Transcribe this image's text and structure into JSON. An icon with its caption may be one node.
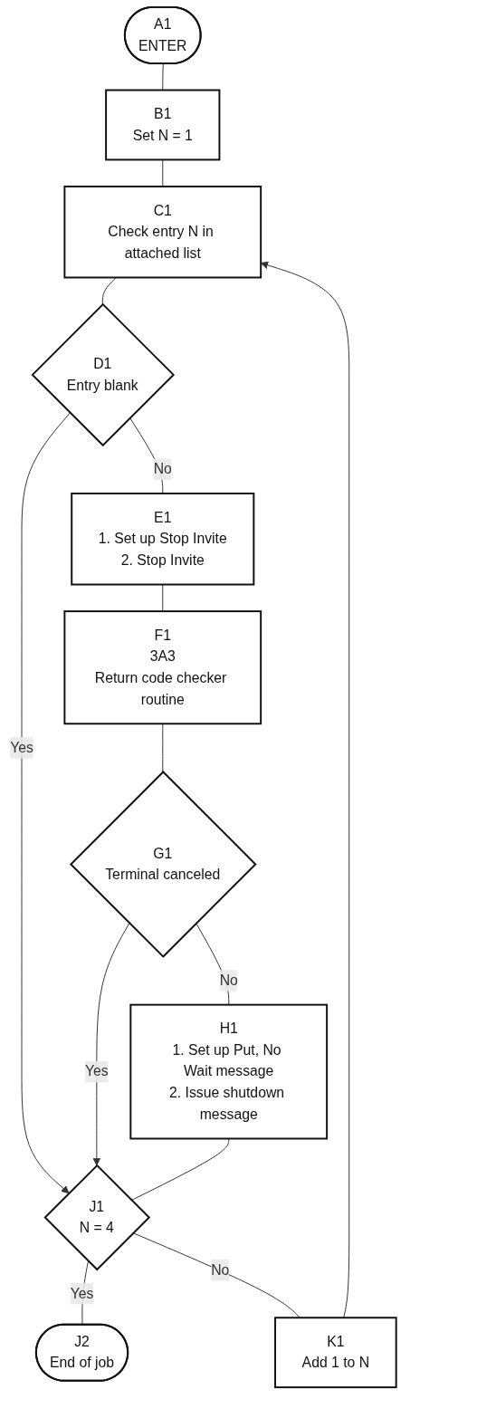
{
  "diagram": {
    "nodes": [
      {
        "text": [
          "A1",
          "ENTER"
        ]
      },
      {
        "text": [
          "B1",
          "Set N = 1"
        ]
      },
      {
        "text": [
          "C1",
          "Check entry N in attached list"
        ]
      },
      {
        "text": [
          "D1",
          "Entry blank"
        ]
      },
      {
        "text": [
          "E1",
          "1. Set up Stop Invite",
          "2. Stop Invite"
        ]
      },
      {
        "text": [
          "F1",
          "3A3",
          "Return code checker routine"
        ]
      },
      {
        "text": [
          "G1",
          "Terminal canceled"
        ]
      },
      {
        "text": [
          "H1",
          "1. Set up Put, No Wait message",
          "2. Issue shutdown message"
        ]
      },
      {
        "text": [
          "J1",
          "N = 4"
        ]
      },
      {
        "text": [
          "J2",
          "End of job"
        ]
      },
      {
        "text": [
          "K1",
          "Add 1 to N"
        ]
      }
    ],
    "edges": [
      {
        "from": 0,
        "to": 1,
        "arrow": "none"
      },
      {
        "from": 1,
        "to": 2,
        "arrow": "none"
      },
      {
        "from": 2,
        "to": 3,
        "arrow": "none"
      },
      {
        "from": 3,
        "to": 4,
        "arrow": "none",
        "label": "No"
      },
      {
        "from": 3,
        "to": 8,
        "arrow": "to",
        "label": "Yes"
      },
      {
        "from": 4,
        "to": 5,
        "arrow": "none"
      },
      {
        "from": 5,
        "to": 6,
        "arrow": "none"
      },
      {
        "from": 6,
        "to": 7,
        "arrow": "none",
        "label": "No"
      },
      {
        "from": 6,
        "to": 8,
        "arrow": "to",
        "label": "Yes"
      },
      {
        "from": 7,
        "to": 8,
        "arrow": "none"
      },
      {
        "from": 8,
        "to": 9,
        "arrow": "none",
        "label": "Yes"
      },
      {
        "from": 8,
        "to": 10,
        "arrow": "none",
        "label": "No"
      },
      {
        "from": 10,
        "to": 2,
        "arrow": "to"
      }
    ]
  }
}
